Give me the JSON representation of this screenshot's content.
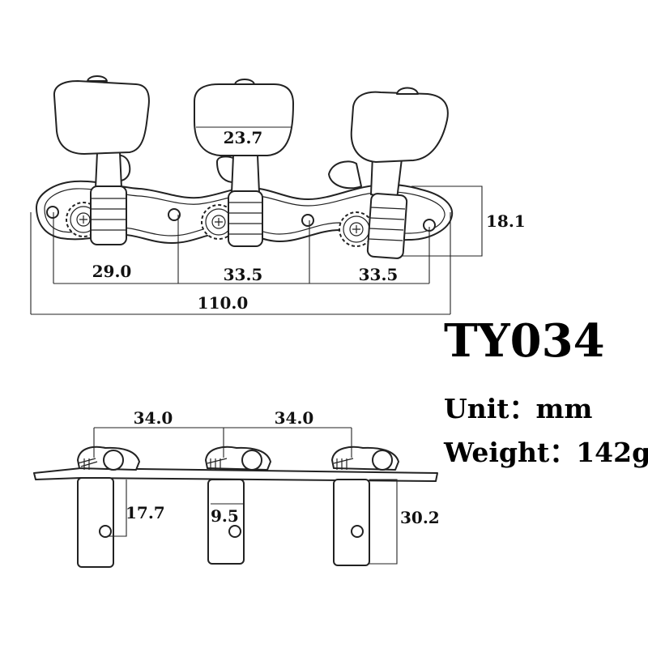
{
  "model": "TY034",
  "unit": "Unit：mm",
  "weight": "Weight：142g",
  "top_view": {
    "button_width": "23.7",
    "plate_height": "18.1",
    "first_spacing": "29.0",
    "second_spacing": "33.5",
    "third_spacing": "33.5",
    "overall_length": "110.0"
  },
  "side_view": {
    "post_spacing_left": "34.0",
    "post_spacing_right": "34.0",
    "left_roller_height": "17.7",
    "roller_diameter": "9.5",
    "right_roller_length": "30.2"
  }
}
